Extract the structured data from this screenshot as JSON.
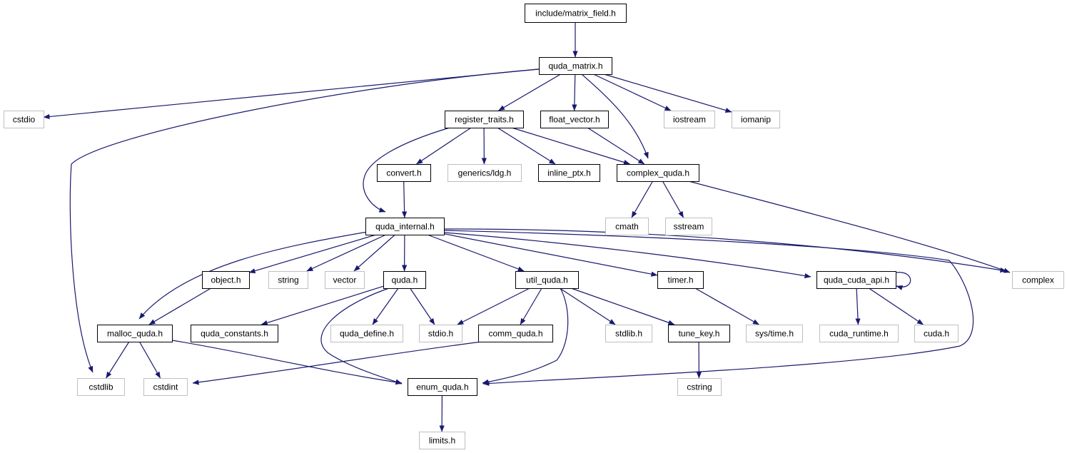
{
  "graph": {
    "title": "",
    "colors": {
      "edge": "#191970",
      "root_fill": "#bfbfbf",
      "internal_border": "#000000",
      "external_border": "#bfbfbf",
      "node_fill": "#ffffff",
      "text": "#000000"
    },
    "nodes": [
      {
        "id": "matrix_field",
        "label": "include/matrix_field.h",
        "kind": "root"
      },
      {
        "id": "quda_matrix",
        "label": "quda_matrix.h",
        "kind": "internal"
      },
      {
        "id": "cstdio",
        "label": "cstdio",
        "kind": "external"
      },
      {
        "id": "register_traits",
        "label": "register_traits.h",
        "kind": "internal"
      },
      {
        "id": "float_vector",
        "label": "float_vector.h",
        "kind": "internal"
      },
      {
        "id": "iostream",
        "label": "iostream",
        "kind": "external"
      },
      {
        "id": "iomanip",
        "label": "iomanip",
        "kind": "external"
      },
      {
        "id": "convert",
        "label": "convert.h",
        "kind": "internal"
      },
      {
        "id": "generics_ldg",
        "label": "generics/ldg.h",
        "kind": "external"
      },
      {
        "id": "inline_ptx",
        "label": "inline_ptx.h",
        "kind": "internal"
      },
      {
        "id": "complex_quda",
        "label": "complex_quda.h",
        "kind": "internal"
      },
      {
        "id": "quda_internal",
        "label": "quda_internal.h",
        "kind": "internal"
      },
      {
        "id": "cmath",
        "label": "cmath",
        "kind": "external"
      },
      {
        "id": "sstream",
        "label": "sstream",
        "kind": "external"
      },
      {
        "id": "object",
        "label": "object.h",
        "kind": "internal"
      },
      {
        "id": "string",
        "label": "string",
        "kind": "external"
      },
      {
        "id": "vector",
        "label": "vector",
        "kind": "external"
      },
      {
        "id": "quda",
        "label": "quda.h",
        "kind": "internal"
      },
      {
        "id": "util_quda",
        "label": "util_quda.h",
        "kind": "internal"
      },
      {
        "id": "timer",
        "label": "timer.h",
        "kind": "internal"
      },
      {
        "id": "quda_cuda_api",
        "label": "quda_cuda_api.h",
        "kind": "internal"
      },
      {
        "id": "complex",
        "label": "complex",
        "kind": "external"
      },
      {
        "id": "malloc_quda",
        "label": "malloc_quda.h",
        "kind": "internal"
      },
      {
        "id": "quda_constants",
        "label": "quda_constants.h",
        "kind": "internal"
      },
      {
        "id": "quda_define",
        "label": "quda_define.h",
        "kind": "external"
      },
      {
        "id": "stdio",
        "label": "stdio.h",
        "kind": "external"
      },
      {
        "id": "comm_quda",
        "label": "comm_quda.h",
        "kind": "internal"
      },
      {
        "id": "stdlib",
        "label": "stdlib.h",
        "kind": "external"
      },
      {
        "id": "tune_key",
        "label": "tune_key.h",
        "kind": "internal"
      },
      {
        "id": "sys_time",
        "label": "sys/time.h",
        "kind": "external"
      },
      {
        "id": "cuda_runtime",
        "label": "cuda_runtime.h",
        "kind": "external"
      },
      {
        "id": "cuda",
        "label": "cuda.h",
        "kind": "external"
      },
      {
        "id": "cstdlib",
        "label": "cstdlib",
        "kind": "external"
      },
      {
        "id": "cstdint",
        "label": "cstdint",
        "kind": "external"
      },
      {
        "id": "enum_quda",
        "label": "enum_quda.h",
        "kind": "internal"
      },
      {
        "id": "cstring",
        "label": "cstring",
        "kind": "external"
      },
      {
        "id": "limits",
        "label": "limits.h",
        "kind": "external"
      }
    ],
    "edges": [
      {
        "from": "matrix_field",
        "to": "quda_matrix"
      },
      {
        "from": "quda_matrix",
        "to": "cstdio"
      },
      {
        "from": "quda_matrix",
        "to": "cstdlib"
      },
      {
        "from": "quda_matrix",
        "to": "register_traits"
      },
      {
        "from": "quda_matrix",
        "to": "float_vector"
      },
      {
        "from": "quda_matrix",
        "to": "complex_quda"
      },
      {
        "from": "quda_matrix",
        "to": "iostream"
      },
      {
        "from": "quda_matrix",
        "to": "iomanip"
      },
      {
        "from": "register_traits",
        "to": "quda_internal"
      },
      {
        "from": "register_traits",
        "to": "convert"
      },
      {
        "from": "register_traits",
        "to": "generics_ldg"
      },
      {
        "from": "register_traits",
        "to": "inline_ptx"
      },
      {
        "from": "register_traits",
        "to": "complex_quda"
      },
      {
        "from": "float_vector",
        "to": "complex_quda"
      },
      {
        "from": "convert",
        "to": "quda_internal"
      },
      {
        "from": "complex_quda",
        "to": "cmath"
      },
      {
        "from": "complex_quda",
        "to": "sstream"
      },
      {
        "from": "complex_quda",
        "to": "complex"
      },
      {
        "from": "quda_internal",
        "to": "malloc_quda"
      },
      {
        "from": "quda_internal",
        "to": "object"
      },
      {
        "from": "quda_internal",
        "to": "string"
      },
      {
        "from": "quda_internal",
        "to": "vector"
      },
      {
        "from": "quda_internal",
        "to": "quda"
      },
      {
        "from": "quda_internal",
        "to": "util_quda"
      },
      {
        "from": "quda_internal",
        "to": "timer"
      },
      {
        "from": "quda_internal",
        "to": "quda_cuda_api"
      },
      {
        "from": "quda_internal",
        "to": "enum_quda"
      },
      {
        "from": "quda_internal",
        "to": "complex"
      },
      {
        "from": "object",
        "to": "malloc_quda"
      },
      {
        "from": "quda",
        "to": "quda_constants"
      },
      {
        "from": "quda",
        "to": "quda_define"
      },
      {
        "from": "quda",
        "to": "stdio"
      },
      {
        "from": "quda",
        "to": "enum_quda"
      },
      {
        "from": "util_quda",
        "to": "stdio"
      },
      {
        "from": "util_quda",
        "to": "comm_quda"
      },
      {
        "from": "util_quda",
        "to": "stdlib"
      },
      {
        "from": "util_quda",
        "to": "tune_key"
      },
      {
        "from": "util_quda",
        "to": "enum_quda"
      },
      {
        "from": "timer",
        "to": "sys_time"
      },
      {
        "from": "quda_cuda_api",
        "to": "quda_cuda_api"
      },
      {
        "from": "quda_cuda_api",
        "to": "cuda_runtime"
      },
      {
        "from": "quda_cuda_api",
        "to": "cuda"
      },
      {
        "from": "malloc_quda",
        "to": "cstdlib"
      },
      {
        "from": "malloc_quda",
        "to": "cstdint"
      },
      {
        "from": "malloc_quda",
        "to": "enum_quda"
      },
      {
        "from": "comm_quda",
        "to": "cstdint"
      },
      {
        "from": "tune_key",
        "to": "cstring"
      },
      {
        "from": "enum_quda",
        "to": "limits"
      }
    ]
  }
}
